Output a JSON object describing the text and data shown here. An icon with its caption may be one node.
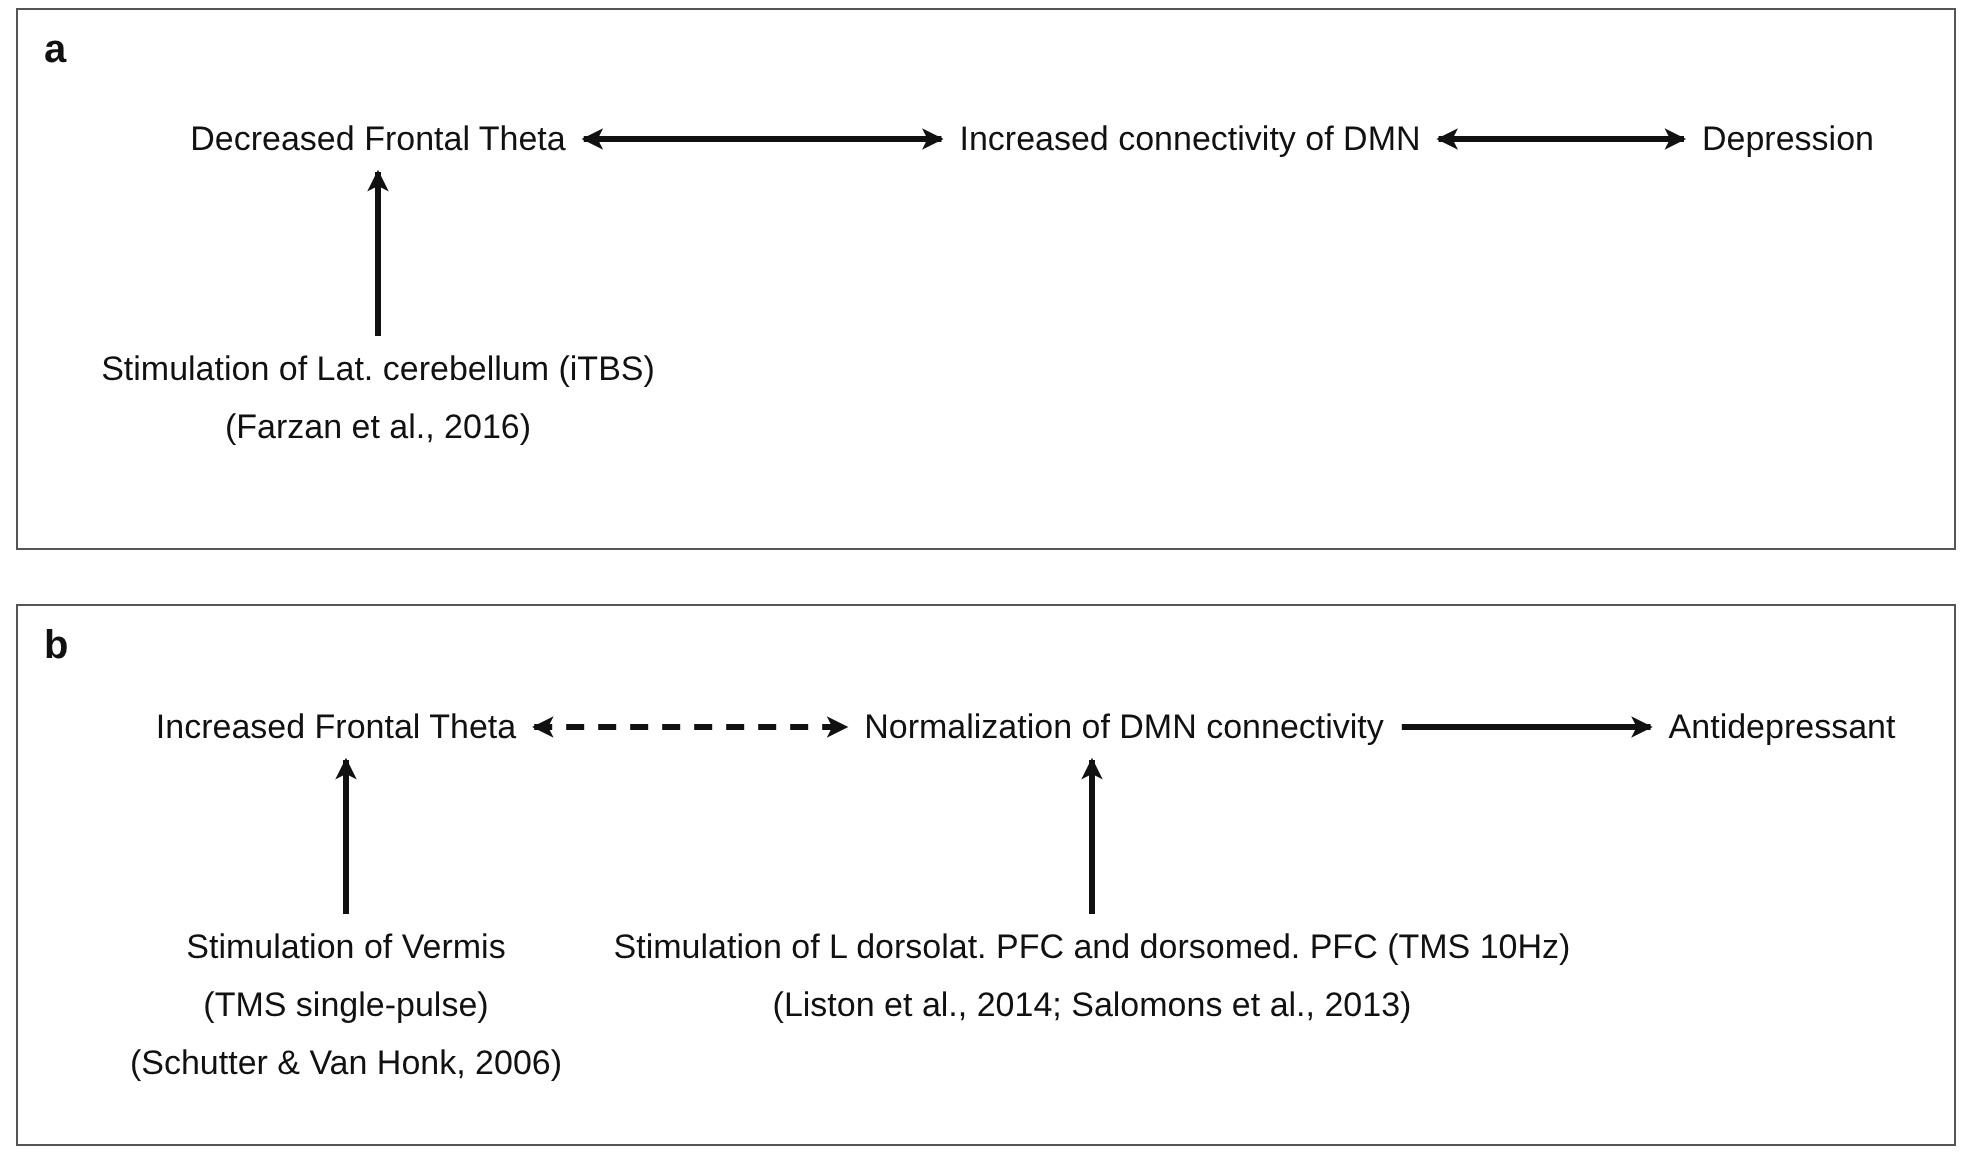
{
  "diagram": {
    "nodes": [
      {
        "text": [
          "a"
        ]
      },
      {
        "text": [
          "Decreased Frontal Theta"
        ],
        "in": 0
      },
      {
        "text": [
          "Increased connectivity of DMN"
        ],
        "in": 0
      },
      {
        "text": [
          "Depression"
        ],
        "in": 0
      },
      {
        "text": [
          "Stimulation of Lat. cerebellum (iTBS)",
          "(Farzan et al., 2016)"
        ],
        "in": 0
      },
      {
        "text": [
          "b"
        ]
      },
      {
        "text": [
          "Increased Frontal Theta"
        ],
        "in": 5
      },
      {
        "text": [
          "Normalization of DMN connectivity"
        ],
        "in": 5
      },
      {
        "text": [
          "Antidepressant"
        ],
        "in": 5
      },
      {
        "text": [
          "Stimulation of Vermis",
          "(TMS single-pulse)",
          "(Schutter & Van Honk, 2006)"
        ],
        "in": 5
      },
      {
        "text": [
          "Stimulation of L dorsolat. PFC and dorsomed. PFC (TMS 10Hz)",
          "(Liston et al., 2014; Salomons et al., 2013)"
        ],
        "in": 5
      }
    ],
    "edges": [
      {
        "from": 1,
        "to": 2,
        "arrow": "both"
      },
      {
        "from": 2,
        "to": 3,
        "arrow": "both"
      },
      {
        "from": 4,
        "to": 1,
        "arrow": "to"
      },
      {
        "from": 6,
        "to": 7,
        "arrow": "both",
        "style": "dashed"
      },
      {
        "from": 7,
        "to": 8,
        "arrow": "to"
      },
      {
        "from": 9,
        "to": 6,
        "arrow": "to"
      },
      {
        "from": 10,
        "to": 7,
        "arrow": "to"
      }
    ]
  }
}
